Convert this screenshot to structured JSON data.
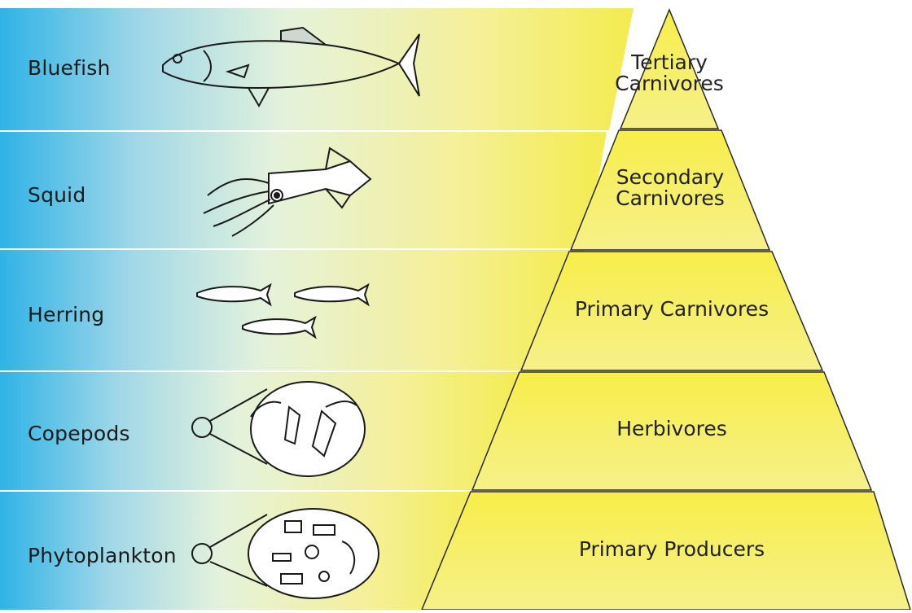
{
  "colors": {
    "band_blue": "#2fb3e6",
    "band_pale": "#e6f2d8",
    "band_yellow": "#f3ec4e",
    "pyramid_yellow": "#f6ef62",
    "outline": "#2a2a2a"
  },
  "organisms": [
    {
      "label": "Bluefish",
      "icon": "bluefish-icon"
    },
    {
      "label": "Squid",
      "icon": "squid-icon"
    },
    {
      "label": "Herring",
      "icon": "herring-icon"
    },
    {
      "label": "Copepods",
      "icon": "copepod-icon"
    },
    {
      "label": "Phytoplankton",
      "icon": "phytoplankton-icon"
    }
  ],
  "levels": [
    {
      "line1": "Tertiary",
      "line2": "Carnivores"
    },
    {
      "line1": "Secondary",
      "line2": "Carnivores"
    },
    {
      "line1": "Primary Carnivores",
      "line2": ""
    },
    {
      "line1": "Herbivores",
      "line2": ""
    },
    {
      "line1": "Primary Producers",
      "line2": ""
    }
  ]
}
